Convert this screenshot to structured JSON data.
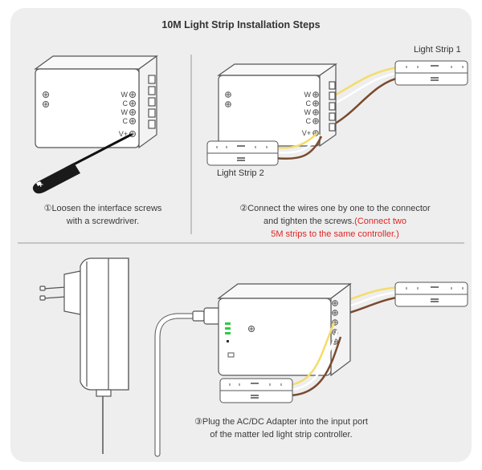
{
  "title": "10M Light Strip Installation Steps",
  "labels": {
    "strip1": "Light Strip 1",
    "strip2": "Light Strip 2"
  },
  "steps": [
    {
      "line1": "①Loosen the interface screws",
      "line2": "with a screwdriver."
    },
    {
      "line1": "②Connect the wires one by one to the connector",
      "line2": "and tighten the screws.",
      "note1": "(Connect two",
      "note2": "5M strips to the same controller.)"
    },
    {
      "line1": "③Plug the AC/DC Adapter into the input port",
      "line2": "of the matter led light strip controller."
    }
  ],
  "terminals": [
    "W",
    "C",
    "W",
    "C",
    "V+"
  ],
  "colors": {
    "card": "#eeeeee",
    "outline": "#555555",
    "wire_yellow": "#f5dc6a",
    "wire_white": "#ffffff",
    "wire_brown": "#7a4a2e",
    "led_green": "#2ecc40",
    "note_red": "#e02525"
  }
}
